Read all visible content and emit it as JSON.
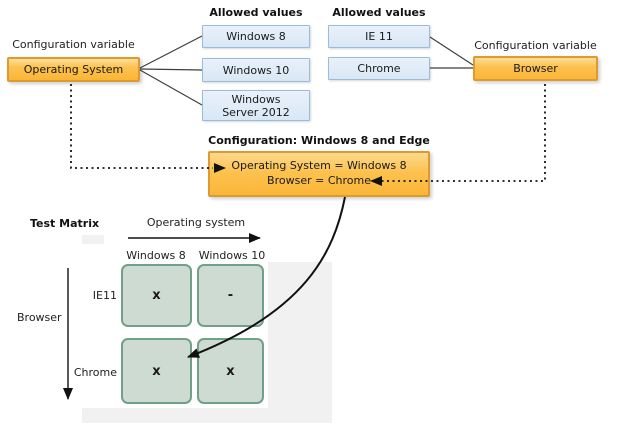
{
  "left_variable": {
    "label": "Configuration variable",
    "name": "Operating System",
    "allowed_title": "Allowed values",
    "values": [
      "Windows 8",
      "Windows 10",
      "Windows Server 2012"
    ]
  },
  "right_variable": {
    "label": "Configuration variable",
    "name": "Browser",
    "allowed_title": "Allowed values",
    "values": [
      "IE 11",
      "Chrome"
    ]
  },
  "configuration": {
    "title": "Configuration: Windows 8 and Edge",
    "line1": "Operating System = Windows 8",
    "line2": "Browser = Chrome"
  },
  "matrix": {
    "title": "Test Matrix",
    "x_axis": "Operating system",
    "y_axis": "Browser",
    "columns": [
      "Windows 8",
      "Windows 10"
    ],
    "rows": [
      "IE11",
      "Chrome"
    ],
    "cells": [
      [
        "x",
        "-"
      ],
      [
        "x",
        "x"
      ]
    ]
  },
  "colors": {
    "variable_box_fill": "#fcc24f",
    "variable_box_border": "#dd9a33",
    "value_box_fill": "#dde9f6",
    "value_box_border": "#9dbad7",
    "matrix_cell_fill": "#cedbd2",
    "matrix_cell_border": "#71a088",
    "panel_gray": "#f1f1f2",
    "connector": "#3f3f3f"
  }
}
